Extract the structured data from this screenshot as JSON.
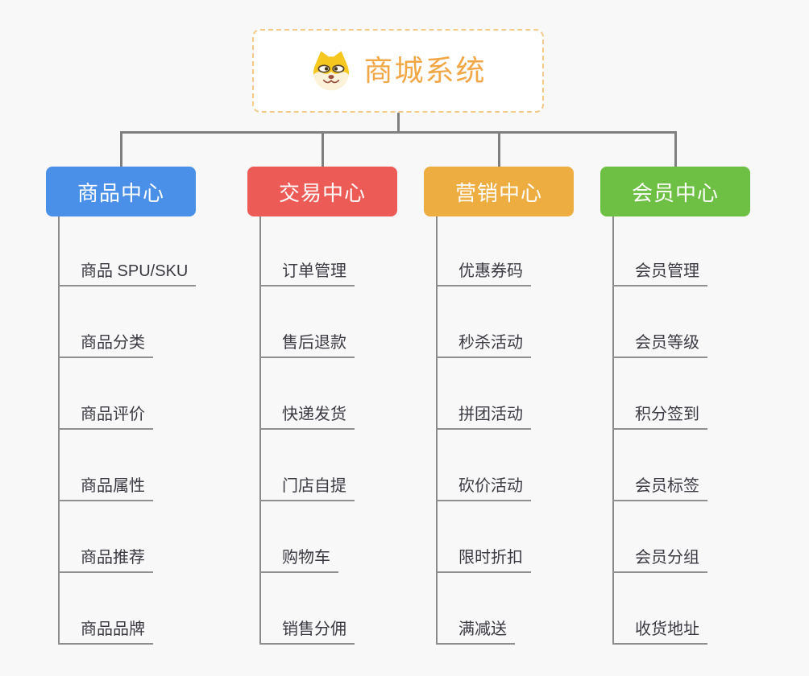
{
  "root": {
    "title": "商城系统",
    "icon": "doge-dog-icon",
    "text_color": "#F1A746",
    "border_color": "#F3CA89",
    "background": "#FFFFFF"
  },
  "connector_color": "#7F7F7F",
  "page_background": "#F8F8F8",
  "branches": [
    {
      "label": "商品中心",
      "color": "#4A90E8",
      "children": [
        "商品 SPU/SKU",
        "商品分类",
        "商品评价",
        "商品属性",
        "商品推荐",
        "商品品牌"
      ]
    },
    {
      "label": "交易中心",
      "color": "#EC5B56",
      "children": [
        "订单管理",
        "售后退款",
        "快递发货",
        "门店自提",
        "购物车",
        "销售分佣"
      ]
    },
    {
      "label": "营销中心",
      "color": "#EDAD40",
      "children": [
        "优惠券码",
        "秒杀活动",
        "拼团活动",
        "砍价活动",
        "限时折扣",
        "满减送"
      ]
    },
    {
      "label": "会员中心",
      "color": "#6EC044",
      "children": [
        "会员管理",
        "会员等级",
        "积分签到",
        "会员标签",
        "会员分组",
        "收货地址"
      ]
    }
  ]
}
